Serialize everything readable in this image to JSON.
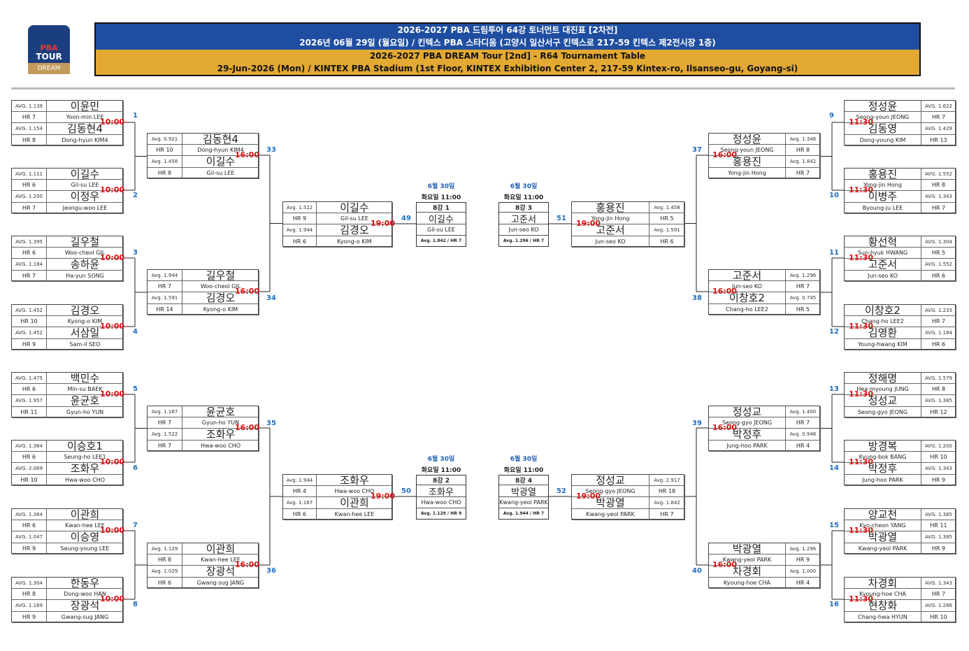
{
  "header": {
    "line1": "2026-2027  PBA 드림투어 64강 토너먼트 대진표 [2차전]",
    "line2": "2026년 06월 29일  (월요일) / 킨텍스 PBA 스타디움 (고양시 일산서구 킨텍스로 217-59 킨텍스 제2전시장 1층)",
    "line3": "2026-2027 PBA DREAM Tour [2nd] - R64 Tournament Table",
    "line4": "29-Jun-2026 (Mon) / KINTEX PBA Stadium (1st Floor, KINTEX Exhibition Center 2, 217-59 Kintex-ro, Ilsanseo-gu, Goyang-si)"
  },
  "logo": {
    "line1": "PBA",
    "line2": "TOUR",
    "line3": "DREAM"
  },
  "r64": [
    {
      "n": "1",
      "t": "10:00",
      "p": [
        {
          "avg": "AVG. 1.139",
          "hr": "HR 7",
          "ko": "이윤민",
          "en": "Yoon-min LEE"
        },
        {
          "avg": "AVG. 1.154",
          "hr": "HR 8",
          "ko": "김동현4",
          "en": "Dong-hyun KIM4"
        }
      ]
    },
    {
      "n": "2",
      "t": "10:00",
      "p": [
        {
          "avg": "AVG. 1.111",
          "hr": "HR 6",
          "ko": "이길수",
          "en": "Gil-su LEE"
        },
        {
          "avg": "AVG. 1.200",
          "hr": "HR 7",
          "ko": "이정우",
          "en": "Jeongu-woo LEE"
        }
      ]
    },
    {
      "n": "3",
      "t": "10:00",
      "p": [
        {
          "avg": "AVG. 1.395",
          "hr": "HR 6",
          "ko": "길우철",
          "en": "Woo-cheol GIL"
        },
        {
          "avg": "AVG. 1.184",
          "hr": "HR 7",
          "ko": "송하윤",
          "en": "Ha-yun SONG"
        }
      ]
    },
    {
      "n": "4",
      "t": "10:00",
      "p": [
        {
          "avg": "AVG. 1.452",
          "hr": "HR 10",
          "ko": "김경오",
          "en": "Kyong-o KIM"
        },
        {
          "avg": "AVG. 1.452",
          "hr": "HR 9",
          "ko": "서삼일",
          "en": "Sam-il SEO"
        }
      ]
    },
    {
      "n": "5",
      "t": "10:00",
      "p": [
        {
          "avg": "AVG. 1.475",
          "hr": "HR 6",
          "ko": "백민수",
          "en": "Min-su BAEK"
        },
        {
          "avg": "AVG. 1.957",
          "hr": "HR 11",
          "ko": "윤균호",
          "en": "Gyun-ho YUN"
        }
      ]
    },
    {
      "n": "6",
      "t": "10:00",
      "p": [
        {
          "avg": "AVG. 1.364",
          "hr": "HR 6",
          "ko": "이승호1",
          "en": "Seung-ho LEE1"
        },
        {
          "avg": "AVG. 2.069",
          "hr": "HR 10",
          "ko": "조화우",
          "en": "Hwa-woo CHO"
        }
      ]
    },
    {
      "n": "7",
      "t": "10:00",
      "p": [
        {
          "avg": "AVG. 1.364",
          "hr": "HR 6",
          "ko": "이관희",
          "en": "Kwan-hee LEE"
        },
        {
          "avg": "AVG. 1.047",
          "hr": "HR 9",
          "ko": "이승영",
          "en": "Seung-young LEE"
        }
      ]
    },
    {
      "n": "8",
      "t": "10:00",
      "p": [
        {
          "avg": "AVG. 1.304",
          "hr": "HR 8",
          "ko": "한동우",
          "en": "Dong-woo HAN"
        },
        {
          "avg": "AVG. 1.169",
          "hr": "HR 9",
          "ko": "장광석",
          "en": "Gwang-sug JANG"
        }
      ]
    },
    {
      "n": "9",
      "t": "11:30",
      "p": [
        {
          "avg": "AVG. 1.622",
          "hr": "HR 7",
          "ko": "정성윤",
          "en": "Seong-youn JEONG"
        },
        {
          "avg": "AVG. 1.429",
          "hr": "HR 13",
          "ko": "김동영",
          "en": "Dong-young KIM"
        }
      ]
    },
    {
      "n": "10",
      "t": "11:30",
      "p": [
        {
          "avg": "AVG. 1.552",
          "hr": "HR 8",
          "ko": "홍용진",
          "en": "Yong-jin Hong"
        },
        {
          "avg": "AVG. 1.343",
          "hr": "HR 7",
          "ko": "이병주",
          "en": "Byoung-ju LEE"
        }
      ]
    },
    {
      "n": "11",
      "t": "11:30",
      "p": [
        {
          "avg": "AVG. 1.304",
          "hr": "HR 5",
          "ko": "황선혁",
          "en": "Sun-hyuk HWANG"
        },
        {
          "avg": "AVG. 1.552",
          "hr": "HR 6",
          "ko": "고준서",
          "en": "Jun-seo KO"
        }
      ]
    },
    {
      "n": "12",
      "t": "11:30",
      "p": [
        {
          "avg": "AVG. 1.233",
          "hr": "HR 7",
          "ko": "이창호2",
          "en": "Chang-ho LEE2"
        },
        {
          "avg": "AVG. 1.184",
          "hr": "HR 6",
          "ko": "김영환",
          "en": "Young-hwang KIM"
        }
      ]
    },
    {
      "n": "13",
      "t": "11:30",
      "p": [
        {
          "avg": "AVG. 1.579",
          "hr": "HR 8",
          "ko": "정해명",
          "en": "Hea-myoung JUNG"
        },
        {
          "avg": "AVG. 1.385",
          "hr": "HR 12",
          "ko": "정성교",
          "en": "Seong-gyo JEONG"
        }
      ]
    },
    {
      "n": "14",
      "t": "11:30",
      "p": [
        {
          "avg": "AVG. 1.200",
          "hr": "HR 10",
          "ko": "방경복",
          "en": "Kyung-bok BANG"
        },
        {
          "avg": "AVG. 1.343",
          "hr": "HR 9",
          "ko": "박정후",
          "en": "Jung-hoo PARK"
        }
      ]
    },
    {
      "n": "15",
      "t": "11:30",
      "p": [
        {
          "avg": "AVG. 1.385",
          "hr": "HR 11",
          "ko": "양교천",
          "en": "Kyo-cheon YANG"
        },
        {
          "avg": "AVG. 1.385",
          "hr": "HR 9",
          "ko": "박광열",
          "en": "Kwang-yeol PARK"
        }
      ]
    },
    {
      "n": "16",
      "t": "11:30",
      "p": [
        {
          "avg": "AVG. 1.343",
          "hr": "HR 7",
          "ko": "차경회",
          "en": "Kyoung-hoe CHA"
        },
        {
          "avg": "AVG. 1.286",
          "hr": "HR 10",
          "ko": "현창화",
          "en": "Chang-hwa HYUN"
        }
      ]
    }
  ],
  "r32": [
    {
      "n": "33",
      "t": "16:00",
      "p": [
        {
          "avg": "Avg. 0.921",
          "hr": "HR 10",
          "ko": "김동현4",
          "en": "Dong-hyun KIM4"
        },
        {
          "avg": "Avg. 1.458",
          "hr": "HR 8",
          "ko": "이길수",
          "en": "Gil-su LEE"
        }
      ]
    },
    {
      "n": "34",
      "t": "16:00",
      "p": [
        {
          "avg": "Avg. 1.944",
          "hr": "HR 7",
          "ko": "길우철",
          "en": "Woo-cheol GIL"
        },
        {
          "avg": "Avg. 1.591",
          "hr": "HR 14",
          "ko": "김경오",
          "en": "Kyong-o KIM"
        }
      ]
    },
    {
      "n": "35",
      "t": "16:00",
      "p": [
        {
          "avg": "Avg. 1.167",
          "hr": "HR 7",
          "ko": "윤균호",
          "en": "Gyun-ho YUN"
        },
        {
          "avg": "Avg. 1.522",
          "hr": "HR 7",
          "ko": "조화우",
          "en": "Hwa-woo CHO"
        }
      ]
    },
    {
      "n": "36",
      "t": "16:00",
      "p": [
        {
          "avg": "Avg. 1.129",
          "hr": "HR 8",
          "ko": "이관희",
          "en": "Kwan-hee LEE"
        },
        {
          "avg": "Avg. 1.029",
          "hr": "HR 6",
          "ko": "장광석",
          "en": "Gwang-sug JANG"
        }
      ]
    },
    {
      "n": "37",
      "t": "16:00",
      "p": [
        {
          "avg": "Avg. 1.346",
          "hr": "HR 8",
          "ko": "정성윤",
          "en": "Seong-youn JEONG"
        },
        {
          "avg": "Avg. 1.842",
          "hr": "HR 7",
          "ko": "홍용진",
          "en": "Yong-jin Hong"
        }
      ]
    },
    {
      "n": "38",
      "t": "16:00",
      "p": [
        {
          "avg": "Avg. 1.296",
          "hr": "HR 7",
          "ko": "고준서",
          "en": "Jun-seo KO"
        },
        {
          "avg": "Avg. 0.745",
          "hr": "HR 5",
          "ko": "이창호2",
          "en": "Chang-ho LEE2"
        }
      ]
    },
    {
      "n": "39",
      "t": "16:00",
      "p": [
        {
          "avg": "Avg. 1.400",
          "hr": "HR 7",
          "ko": "정성교",
          "en": "Seong-gyo JEONG"
        },
        {
          "avg": "Avg. 0.946",
          "hr": "HR 4",
          "ko": "박정후",
          "en": "Jung-hoo PARK"
        }
      ]
    },
    {
      "n": "40",
      "t": "16:00",
      "p": [
        {
          "avg": "Avg. 1.296",
          "hr": "HR 9",
          "ko": "박광열",
          "en": "Kwang-yeol PARK"
        },
        {
          "avg": "Avg. 1.000",
          "hr": "HR 4",
          "ko": "차경회",
          "en": "Kyoung-hoe CHA"
        }
      ]
    }
  ],
  "r16": [
    {
      "n": "49",
      "t": "19:00",
      "p": [
        {
          "avg": "Avg. 1.522",
          "hr": "HR 9",
          "ko": "이길수",
          "en": "Gil-su LEE"
        },
        {
          "avg": "Avg. 1.944",
          "hr": "HR 6",
          "ko": "김경오",
          "en": "Kyong-o KIM"
        }
      ]
    },
    {
      "n": "50",
      "t": "19:00",
      "p": [
        {
          "avg": "Avg. 1.944",
          "hr": "HR 4",
          "ko": "조화우",
          "en": "Hwa-woo CHO"
        },
        {
          "avg": "Avg. 1.167",
          "hr": "HR 6",
          "ko": "이관희",
          "en": "Kwan-hee LEE"
        }
      ]
    },
    {
      "n": "51",
      "t": "19:00",
      "p": [
        {
          "avg": "Avg. 1.458",
          "hr": "HR 5",
          "ko": "홍용진",
          "en": "Yong-jin Hong"
        },
        {
          "avg": "Avg. 1.591",
          "hr": "HR 6",
          "ko": "고준서",
          "en": "Jun-seo KO"
        }
      ]
    },
    {
      "n": "52",
      "t": "19:00",
      "p": [
        {
          "avg": "Avg. 2.917",
          "hr": "HR 18",
          "ko": "정성교",
          "en": "Seong-gyo JEONG"
        },
        {
          "avg": "Avg. 1.842",
          "hr": "HR 7",
          "ko": "박광열",
          "en": "Kwang-yeol PARK"
        }
      ]
    }
  ],
  "qf": [
    {
      "date": "6월 30일",
      "time": "화요일 11:00",
      "title": "8강 1",
      "ko": "이길수",
      "en": "Gil-su LEE",
      "stat": "Avg. 1.842 / HR 7"
    },
    {
      "date": "6월 30일",
      "time": "화요일 11:00",
      "title": "8강 3",
      "ko": "고준서",
      "en": "Jun-seo KO",
      "stat": "Avg. 1.296 / HR 7"
    },
    {
      "date": "6월 30일",
      "time": "화요일 11:00",
      "title": "8강 2",
      "ko": "조화우",
      "en": "Hwa-woo CHO",
      "stat": "Avg. 1.129 / HR 9"
    },
    {
      "date": "6월 30일",
      "time": "화요일 11:00",
      "title": "8강 4",
      "ko": "박광열",
      "en": "Kwang-yeol PARK",
      "stat": "Avg. 1.944 / HR 7"
    }
  ],
  "colors": {
    "banner_top": "#1f4ea1",
    "banner_bottom": "#e3a933",
    "time": "#e01010",
    "match_number": "#1f6fc0"
  }
}
